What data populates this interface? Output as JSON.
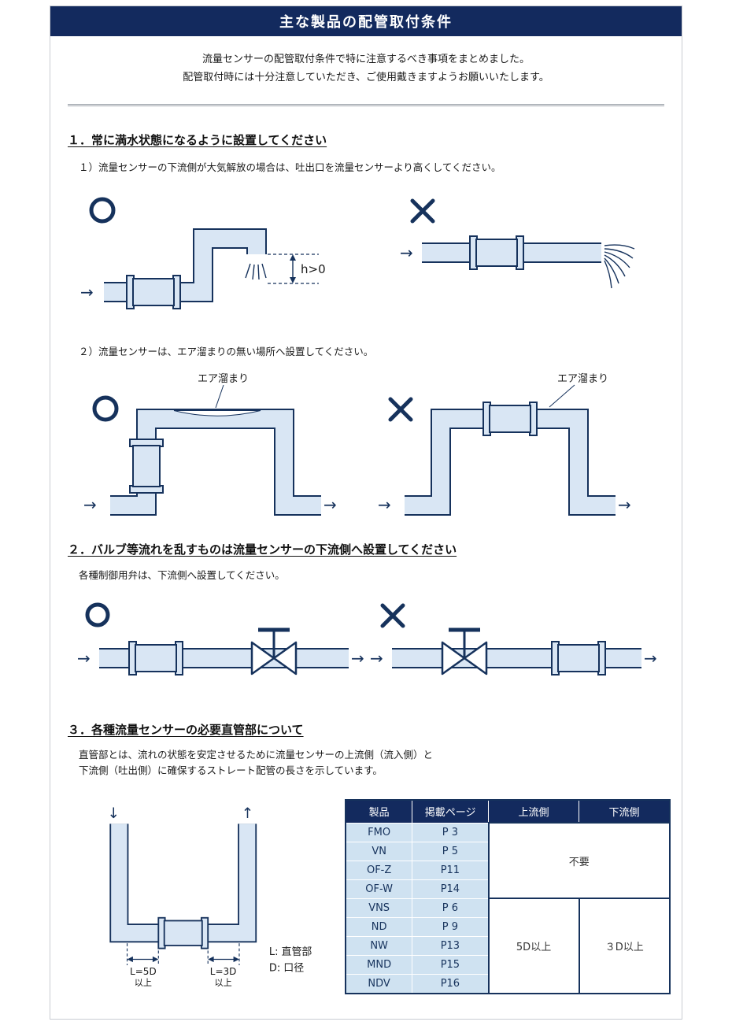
{
  "page": {
    "title": "主な製品の配管取付条件",
    "intro_line1": "流量センサーの配管取付条件で特に注意するべき事項をまとめました。",
    "intro_line2": "配管取付時には十分注意していただき、ご使用戴きますようお願いいたします。"
  },
  "symbols": {
    "flow_right": "→",
    "flow_down": "↓",
    "flow_up": "↑"
  },
  "section1": {
    "heading": "１．常に満水状態になるように設置してください",
    "note1": "１）流量センサーの下流側が大気解放の場合は、吐出口を流量センサーより高くしてください。",
    "note2": "２）流量センサーは、エア溜まりの無い場所へ設置してください。",
    "height_label": "h>0",
    "air_pocket_label": "エア溜まり"
  },
  "section2": {
    "heading": "２．バルブ等流れを乱すものは流量センサーの下流側へ設置してください",
    "note1": "各種制御用弁は、下流側へ設置してください。"
  },
  "section3": {
    "heading": "３．各種流量センサーの必要直管部について",
    "desc_line1": "直管部とは、流れの状態を安定させるために流量センサーの上流側（流入側）と",
    "desc_line2": "下流側（吐出側）に確保するストレート配管の長さを示しています。",
    "dim_left_label": "L=5D",
    "dim_left_sub": "以上",
    "dim_right_label": "L=3D",
    "dim_right_sub": "以上",
    "legend_l": "L: 直管部",
    "legend_d": "D: 口径",
    "table": {
      "headers": {
        "product": "製品",
        "page": "掲載ページ",
        "upstream": "上流側",
        "downstream": "下流側"
      },
      "rows": [
        {
          "product": "FMO",
          "page": "P 3"
        },
        {
          "product": "VN",
          "page": "P 5"
        },
        {
          "product": "OF-Z",
          "page": "P11"
        },
        {
          "product": "OF-W",
          "page": "P14"
        },
        {
          "product": "VNS",
          "page": "P 6"
        },
        {
          "product": "ND",
          "page": "P 9"
        },
        {
          "product": "NW",
          "page": "P13"
        },
        {
          "product": "MND",
          "page": "P15"
        },
        {
          "product": "NDV",
          "page": "P16"
        }
      ],
      "group1_value": "不要",
      "group2_upstream": "5D以上",
      "group2_downstream": "３D以上"
    }
  }
}
